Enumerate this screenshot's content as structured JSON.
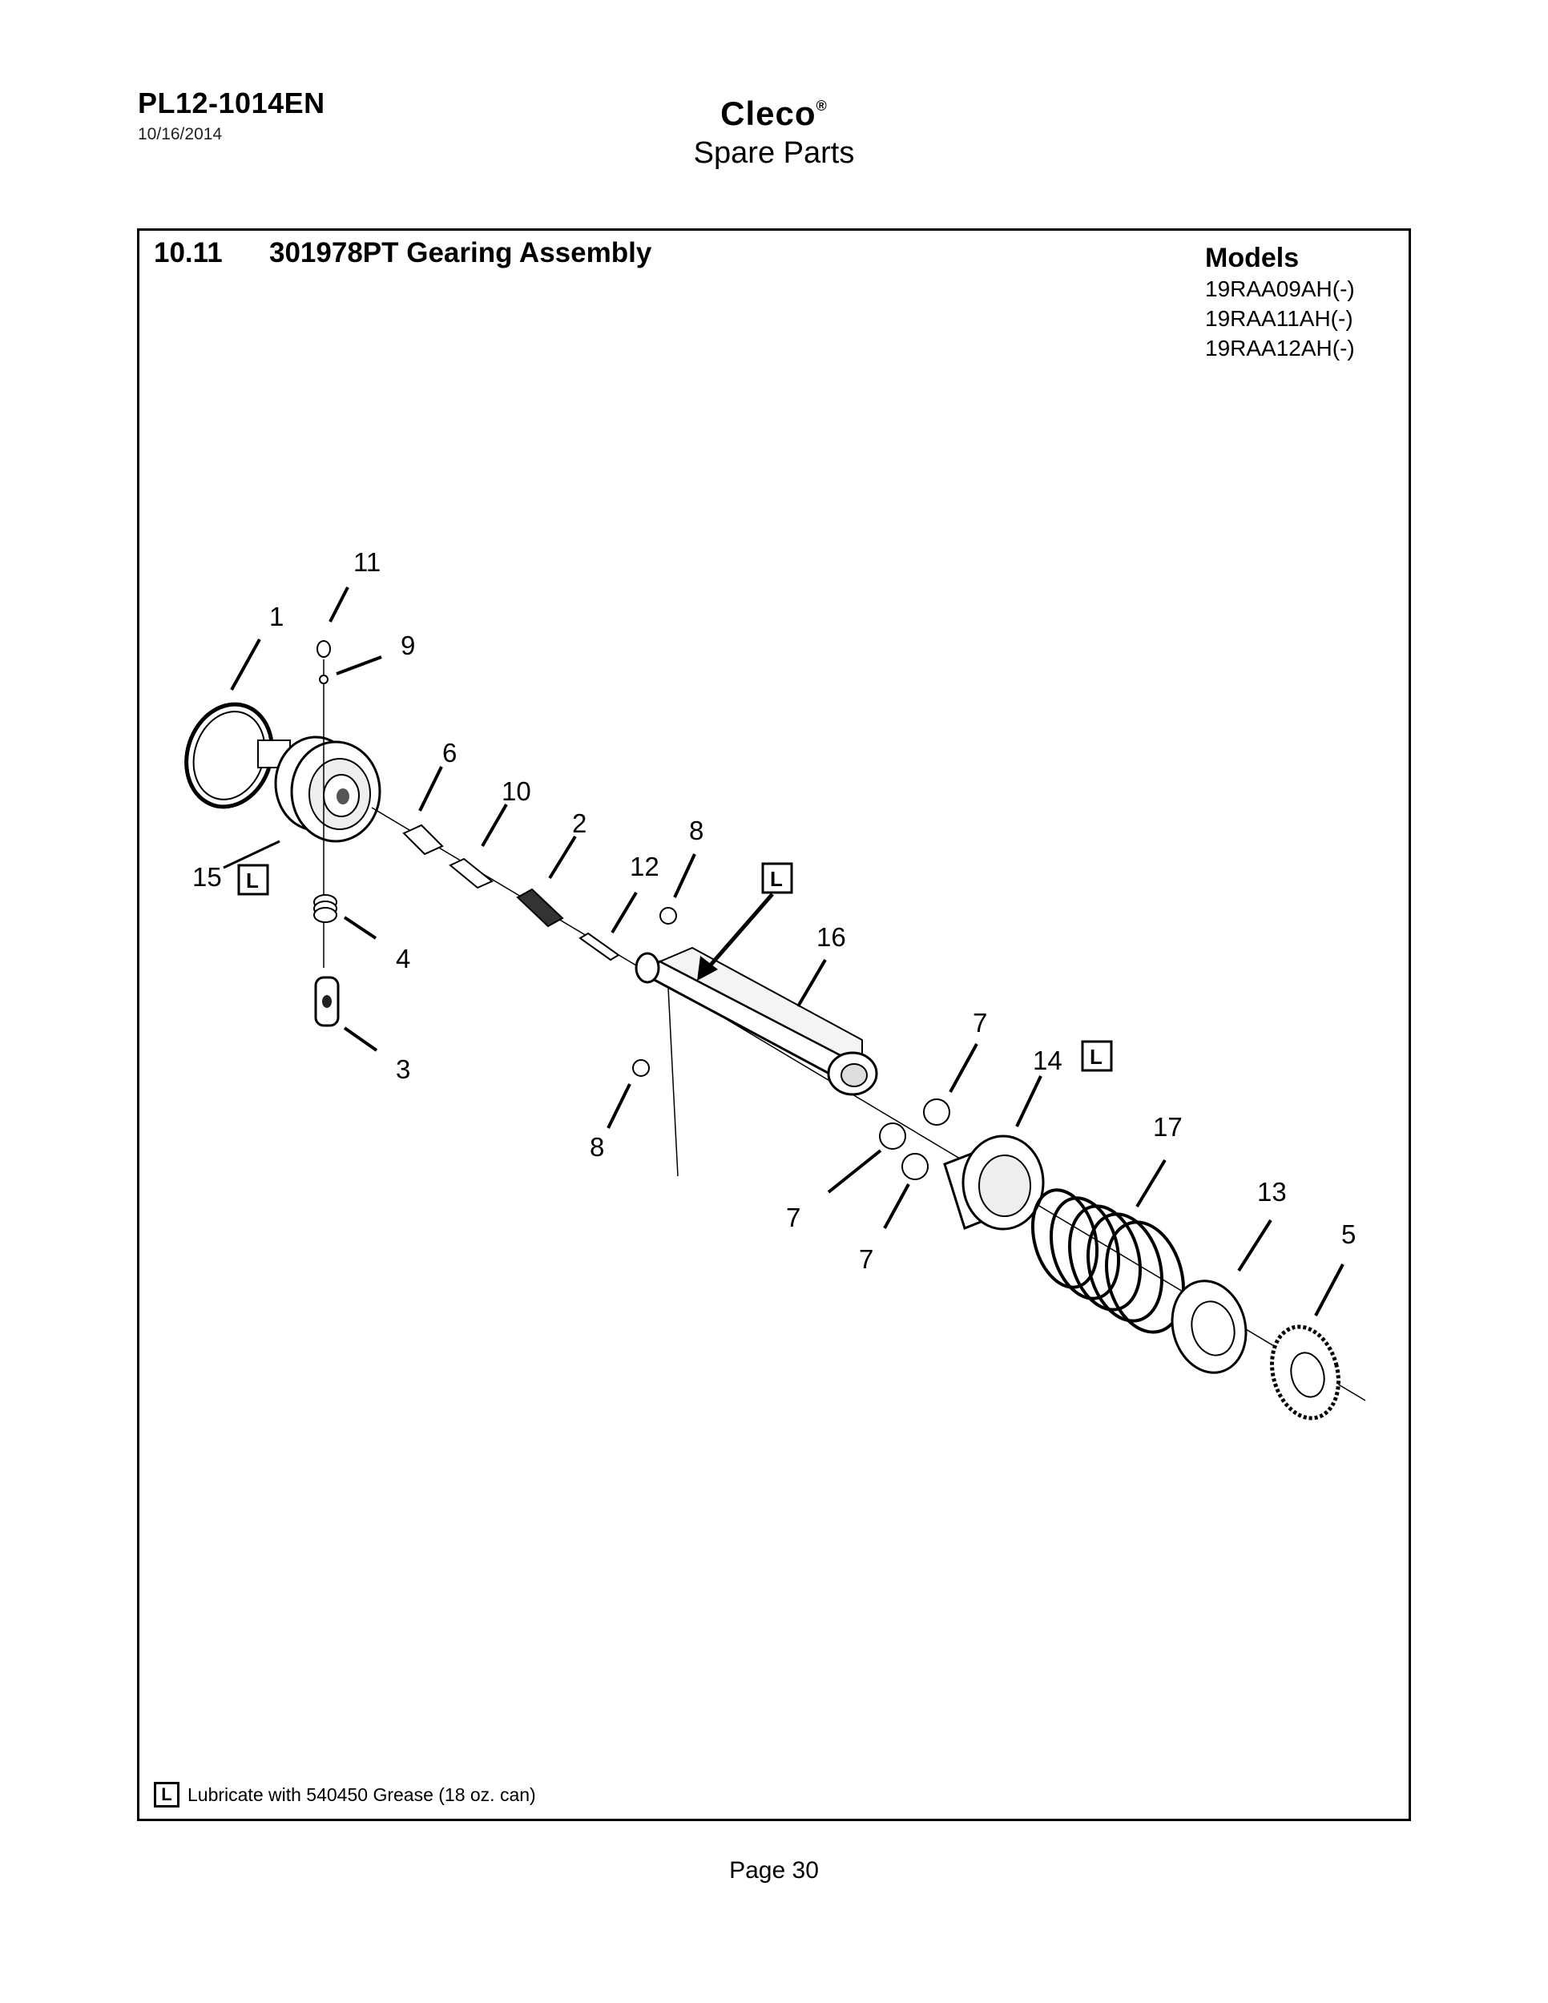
{
  "header": {
    "doc_code": "PL12-1014EN",
    "date": "10/16/2014",
    "brand": "Cleco",
    "brand_mark": "®",
    "subtitle": "Spare Parts"
  },
  "section": {
    "number": "10.11",
    "title": "301978PT Gearing Assembly"
  },
  "models": {
    "title": "Models",
    "items": [
      "19RAA09AH(-)",
      "19RAA11AH(-)",
      "19RAA12AH(-)"
    ]
  },
  "callouts": {
    "c1": "1",
    "c2": "2",
    "c3": "3",
    "c4": "4",
    "c5": "5",
    "c6": "6",
    "c7a": "7",
    "c7b": "7",
    "c7c": "7",
    "c8a": "8",
    "c8b": "8",
    "c9": "9",
    "c10": "10",
    "c11": "11",
    "c12": "12",
    "c13": "13",
    "c14": "14",
    "c15": "15",
    "c16": "16",
    "c17": "17"
  },
  "lube_marker": "L",
  "legend": {
    "marker": "L",
    "text": "Lubricate with 540450 Grease (18 oz. can)"
  },
  "footer": {
    "page": "Page 30"
  }
}
